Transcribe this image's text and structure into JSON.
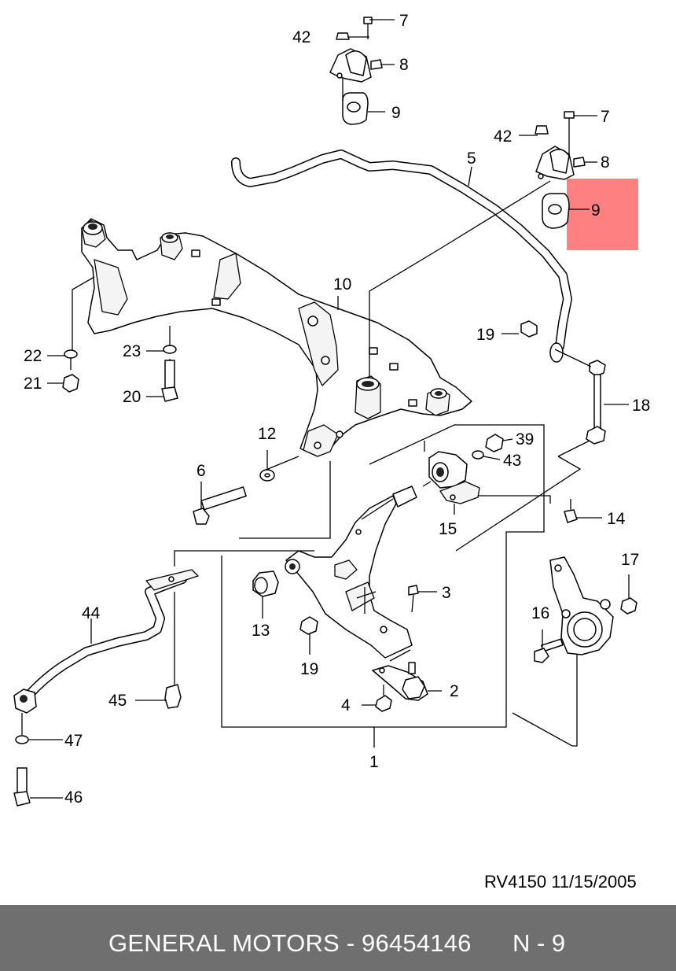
{
  "diagram": {
    "labels": {
      "l1": "1",
      "l2": "2",
      "l3": "3",
      "l4": "4",
      "l5": "5",
      "l6": "6",
      "l7a": "7",
      "l7b": "7",
      "l8a": "8",
      "l8b": "8",
      "l9a": "9",
      "l9b": "9",
      "l10": "10",
      "l12": "12",
      "l13": "13",
      "l14": "14",
      "l15": "15",
      "l16": "16",
      "l17": "17",
      "l18": "18",
      "l19a": "19",
      "l19b": "19",
      "l20": "20",
      "l21": "21",
      "l22": "22",
      "l23": "23",
      "l39": "39",
      "l42a": "42",
      "l42b": "42",
      "l43": "43",
      "l44": "44",
      "l45": "45",
      "l46": "46",
      "l47": "47"
    },
    "highlight": {
      "label": "9",
      "color": "#ff8080"
    },
    "reference": "RV4150  11/15/2005"
  },
  "footer": {
    "text": "GENERAL MOTORS - 96454146",
    "code": "N - 9",
    "background": "#6f6f6f"
  }
}
